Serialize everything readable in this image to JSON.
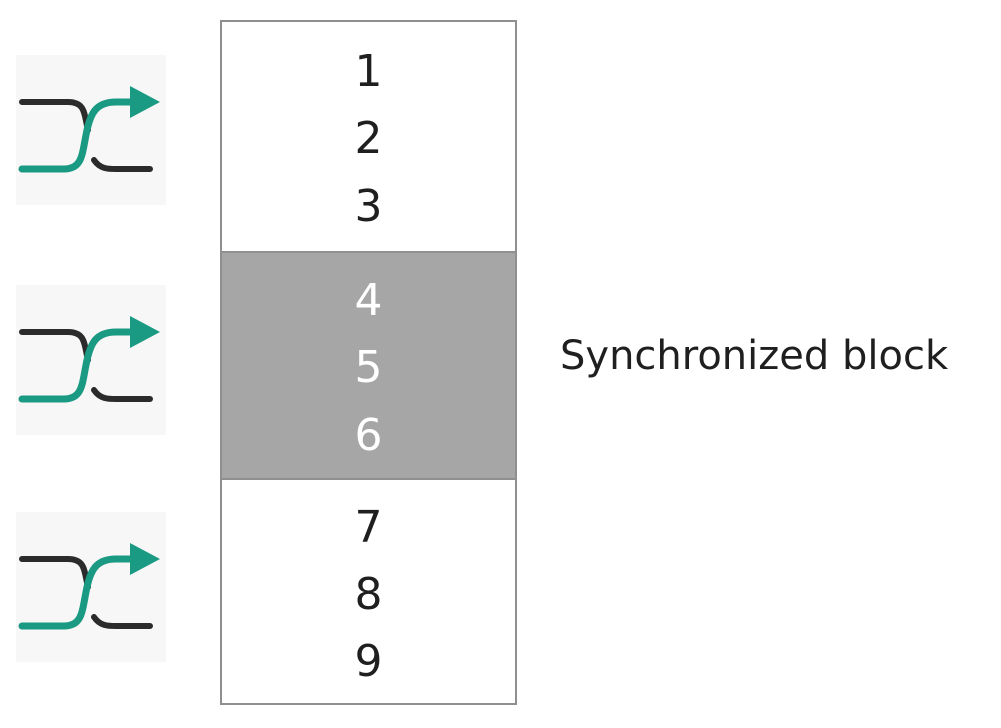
{
  "blocks": [
    {
      "items": [
        "1",
        "2",
        "3"
      ],
      "highlighted": false
    },
    {
      "items": [
        "4",
        "5",
        "6"
      ],
      "highlighted": true
    },
    {
      "items": [
        "7",
        "8",
        "9"
      ],
      "highlighted": false
    }
  ],
  "label": "Synchronized block",
  "icons": {
    "shuffle": "shuffle-icon",
    "count": 3
  },
  "colors": {
    "accent": "#1a9a83",
    "line_dark": "#2b2b2b",
    "highlight_fill": "#a6a6a6",
    "highlight_text": "#ffffff",
    "border": "#8f8f8f",
    "text": "#1f1f1f"
  }
}
